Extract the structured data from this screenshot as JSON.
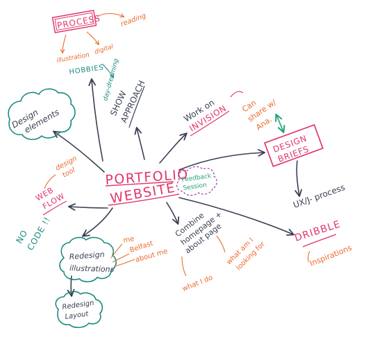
{
  "colors": {
    "ink": "#3a3f52",
    "pink": "#e0366a",
    "orange": "#ec6a2c",
    "teal": "#1b8a82",
    "purple": "#8c3fa8",
    "green": "#26a07e"
  },
  "center": {
    "line1": "PORTFOLIO",
    "line2": "WEBSITE"
  },
  "process": {
    "title": "PROCESS",
    "reading": "reading",
    "illustration": "illustration",
    "digital": "digital",
    "hobbies": "HOBBIES",
    "daydreaming": "day-dreaming"
  },
  "branches": {
    "show_approach": {
      "line1": "SHOW",
      "line2": "APPROACH"
    },
    "design_elements": {
      "line1": "Design",
      "line2": "elements"
    },
    "work_on": "Work on",
    "invision": "INVISION",
    "can_share": {
      "line1": "Can",
      "line2": "share w/",
      "line3": "Ana."
    },
    "design_briefs": {
      "line1": "DESIGN",
      "line2": "BRIEFS"
    },
    "feedback": {
      "line1": "Feedback",
      "line2": "Session"
    },
    "ux_process": "UX/J- process",
    "dribble": "DRIBBLE",
    "inspirations": "Inspirations",
    "design_tool": {
      "line1": "design",
      "line2": "tool"
    },
    "webflow": {
      "line1": "WEB",
      "line2": "FLOW"
    },
    "no_code": {
      "line1": "NO",
      "line2": "CODE !!"
    },
    "combine": {
      "line1": "Combine",
      "line2": "homepage +",
      "line3": "about page"
    },
    "what_i_do": "what I do",
    "what_looking": {
      "line1": "what am I",
      "line2": "looking for"
    },
    "redesign_illustrations": {
      "line1": "Redesign",
      "line2": "illustrations"
    },
    "me": "me",
    "belfast": "Belfast",
    "about_me": "about me",
    "redesign_layout": {
      "line1": "Redesign",
      "line2": "Layout"
    }
  }
}
